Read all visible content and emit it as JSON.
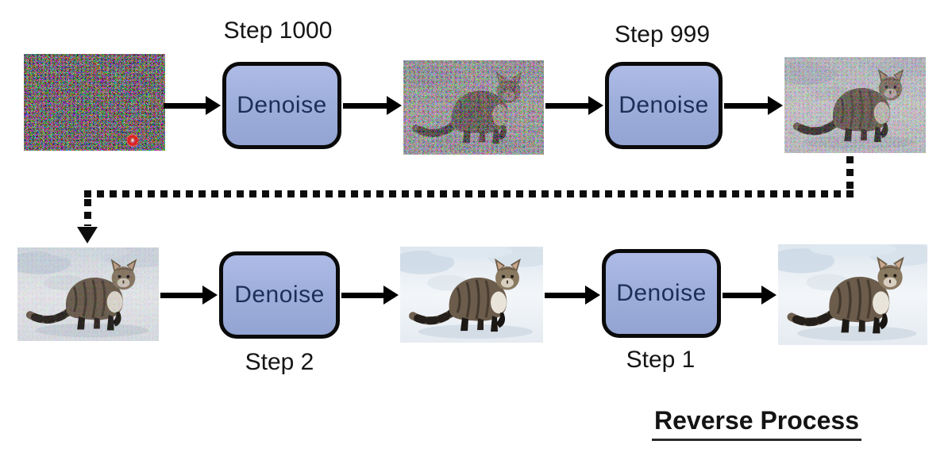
{
  "caption": "Reverse Process",
  "boxes": [
    {
      "label": "Denoise",
      "step": "Step 1000"
    },
    {
      "label": "Denoise",
      "step": "Step 999"
    },
    {
      "label": "Denoise",
      "step": "Step 2"
    },
    {
      "label": "Denoise",
      "step": "Step 1"
    }
  ],
  "images": {
    "top_row": [
      "pure-noise-image",
      "cat-heavy-noise-image",
      "cat-light-noise-image"
    ],
    "bottom_row": [
      "cat-near-clean-image",
      "cat-clean-image",
      "cat-final-image"
    ]
  },
  "icons": [
    "right-arrow-icon",
    "dashed-elbow-connector-down-arrow",
    "red-record-marker-icon"
  ],
  "colors": {
    "background": "#FFFFFF",
    "box_fill_top": "#AEBBE6",
    "box_fill_bottom": "#93A4D3",
    "box_border": "#0A0A0A",
    "box_text": "#1C2F56",
    "arrow": "#000000",
    "label_text": "#151515",
    "noise_marker": "#E02020"
  }
}
